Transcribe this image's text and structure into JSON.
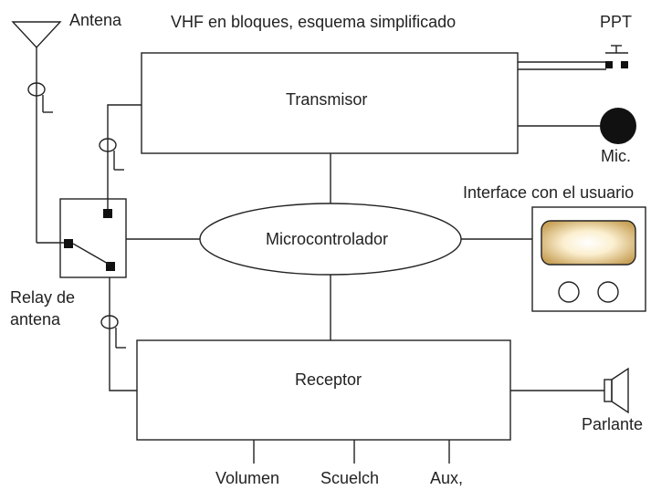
{
  "title": "VHF en bloques, esquema simplificado",
  "blocks": {
    "transmitter": "Transmisor",
    "microcontroller": "Microcontrolador",
    "receiver": "Receptor"
  },
  "labels": {
    "antenna": "Antena",
    "ptt": "PPT",
    "mic": "Mic.",
    "user_interface": "Interface con el usuario",
    "relay_line1": "Relay de",
    "relay_line2": "antena",
    "speaker": "Parlante",
    "volume": "Volumen",
    "squelch": "Scuelch",
    "aux": "Aux,"
  }
}
